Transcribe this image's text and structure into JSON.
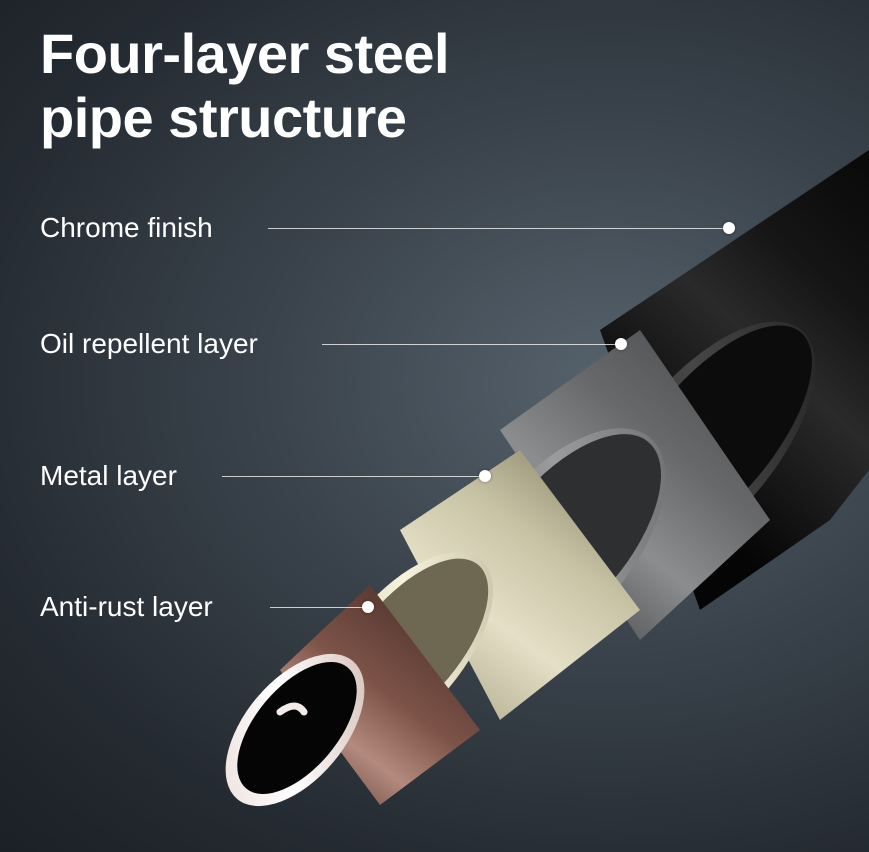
{
  "title": {
    "line1": "Four-layer steel",
    "line2": "pipe structure"
  },
  "layers": [
    {
      "label": "Chrome finish",
      "color": "#222222"
    },
    {
      "label": "Oil repellent layer",
      "color": "#6d6f72"
    },
    {
      "label": "Metal layer",
      "color": "#d8d3b8"
    },
    {
      "label": "Anti-rust layer",
      "color": "#8a5a4e"
    }
  ]
}
